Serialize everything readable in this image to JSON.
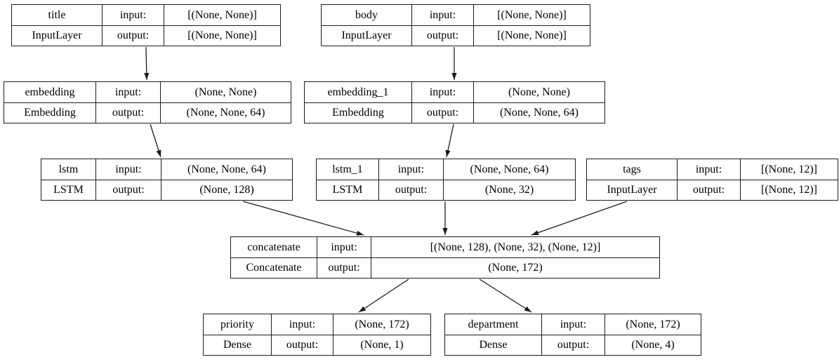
{
  "diagram": {
    "kind": "neural-network-layer-graph",
    "background_color": "#ffffff",
    "line_color": "#1c1c1c",
    "io_labels": {
      "input": "input:",
      "output": "output:"
    },
    "nodes": [
      {
        "id": "title",
        "name": "title",
        "layer_class": "InputLayer",
        "input_shape": "[(None, None)]",
        "output_shape": "[(None, None)]"
      },
      {
        "id": "body",
        "name": "body",
        "layer_class": "InputLayer",
        "input_shape": "[(None, None)]",
        "output_shape": "[(None, None)]"
      },
      {
        "id": "embedding",
        "name": "embedding",
        "layer_class": "Embedding",
        "input_shape": "(None, None)",
        "output_shape": "(None, None, 64)"
      },
      {
        "id": "embedding_1",
        "name": "embedding_1",
        "layer_class": "Embedding",
        "input_shape": "(None, None)",
        "output_shape": "(None, None, 64)"
      },
      {
        "id": "lstm",
        "name": "lstm",
        "layer_class": "LSTM",
        "input_shape": "(None, None, 64)",
        "output_shape": "(None, 128)"
      },
      {
        "id": "lstm_1",
        "name": "lstm_1",
        "layer_class": "LSTM",
        "input_shape": "(None, None, 64)",
        "output_shape": "(None, 32)"
      },
      {
        "id": "tags",
        "name": "tags",
        "layer_class": "InputLayer",
        "input_shape": "[(None, 12)]",
        "output_shape": "[(None, 12)]"
      },
      {
        "id": "concatenate",
        "name": "concatenate",
        "layer_class": "Concatenate",
        "input_shape": "[(None, 128), (None, 32), (None, 12)]",
        "output_shape": "(None, 172)"
      },
      {
        "id": "priority",
        "name": "priority",
        "layer_class": "Dense",
        "input_shape": "(None, 172)",
        "output_shape": "(None, 1)"
      },
      {
        "id": "department",
        "name": "department",
        "layer_class": "Dense",
        "input_shape": "(None, 172)",
        "output_shape": "(None, 4)"
      }
    ],
    "edges": [
      {
        "from": "title",
        "to": "embedding",
        "points": [
          [
            208,
            67
          ],
          [
            209,
            114
          ]
        ]
      },
      {
        "from": "body",
        "to": "embedding_1",
        "points": [
          [
            647,
            67
          ],
          [
            647,
            114
          ]
        ]
      },
      {
        "from": "embedding",
        "to": "lstm",
        "points": [
          [
            214,
            177
          ],
          [
            229,
            224
          ]
        ]
      },
      {
        "from": "embedding_1",
        "to": "lstm_1",
        "points": [
          [
            646,
            177
          ],
          [
            636,
            224
          ]
        ]
      },
      {
        "from": "lstm",
        "to": "concatenate",
        "points": [
          [
            346,
            287
          ],
          [
            518,
            335
          ]
        ]
      },
      {
        "from": "lstm_1",
        "to": "concatenate",
        "points": [
          [
            634,
            287
          ],
          [
            634,
            335
          ]
        ]
      },
      {
        "from": "tags",
        "to": "concatenate",
        "points": [
          [
            893,
            287
          ],
          [
            757,
            335
          ]
        ]
      },
      {
        "from": "concatenate",
        "to": "priority",
        "points": [
          [
            582,
            398
          ],
          [
            511,
            445
          ]
        ]
      },
      {
        "from": "concatenate",
        "to": "department",
        "points": [
          [
            683,
            398
          ],
          [
            757,
            445
          ]
        ]
      }
    ]
  }
}
